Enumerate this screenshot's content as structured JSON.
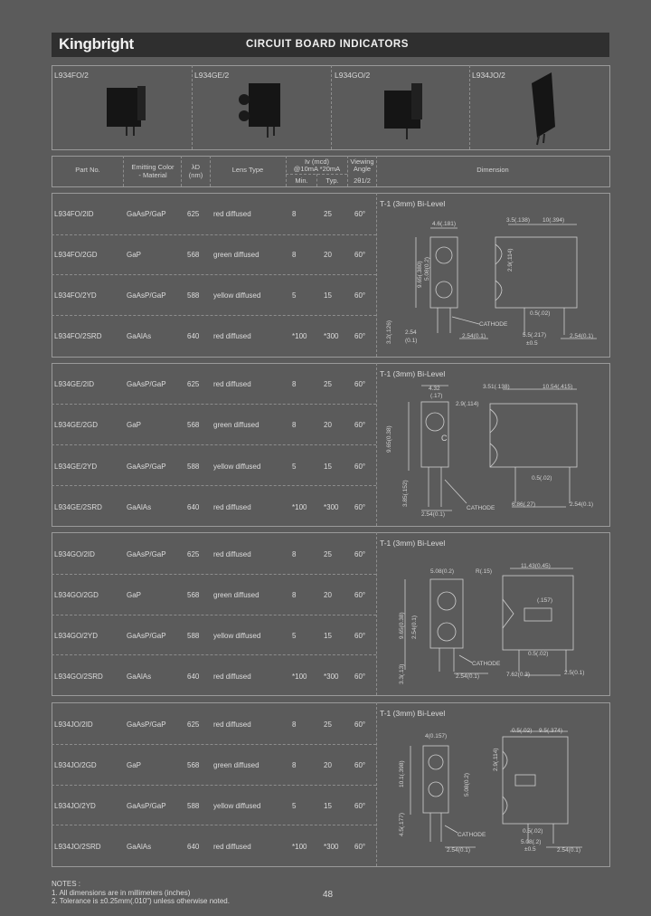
{
  "header": {
    "brand": "Kingbright",
    "title": "CIRCUIT BOARD INDICATORS"
  },
  "products": [
    "L934FO/2",
    "L934GE/2",
    "L934GO/2",
    "L934JO/2"
  ],
  "table_header": {
    "part_no": "Part No.",
    "emitting_color": "Emitting Color",
    "material": "- Material",
    "lambda": "λD",
    "lambda_unit": "(nm)",
    "lens_type": "Lens Type",
    "iv_label": "Iv (mcd)",
    "iv_cond": "@10mA  *20mA",
    "min": "Min.",
    "typ": "Typ.",
    "viewing": "Viewing",
    "angle": "Angle",
    "two_theta": "2θ1/2",
    "dimension": "Dimension"
  },
  "groups": [
    {
      "package": "T-1 (3mm) Bi-Level",
      "rows": [
        {
          "part": "L934FO/2ID",
          "mat": "GaAsP/GaP",
          "wl": "625",
          "lens": "red diffused",
          "min": "8",
          "typ": "25",
          "angle": "60°"
        },
        {
          "part": "L934FO/2GD",
          "mat": "GaP",
          "wl": "568",
          "lens": "green diffused",
          "min": "8",
          "typ": "20",
          "angle": "60°"
        },
        {
          "part": "L934FO/2YD",
          "mat": "GaAsP/GaP",
          "wl": "588",
          "lens": "yellow diffused",
          "min": "5",
          "typ": "15",
          "angle": "60°"
        },
        {
          "part": "L934FO/2SRD",
          "mat": "GaAlAs",
          "wl": "640",
          "lens": "red diffused",
          "min": "*100",
          "typ": "*300",
          "angle": "60°"
        }
      ]
    },
    {
      "package": "T-1 (3mm) Bi-Level",
      "rows": [
        {
          "part": "L934GE/2ID",
          "mat": "GaAsP/GaP",
          "wl": "625",
          "lens": "red diffused",
          "min": "8",
          "typ": "25",
          "angle": "60°"
        },
        {
          "part": "L934GE/2GD",
          "mat": "GaP",
          "wl": "568",
          "lens": "green diffused",
          "min": "8",
          "typ": "20",
          "angle": "60°"
        },
        {
          "part": "L934GE/2YD",
          "mat": "GaAsP/GaP",
          "wl": "588",
          "lens": "yellow diffused",
          "min": "5",
          "typ": "15",
          "angle": "60°"
        },
        {
          "part": "L934GE/2SRD",
          "mat": "GaAlAs",
          "wl": "640",
          "lens": "red diffused",
          "min": "*100",
          "typ": "*300",
          "angle": "60°"
        }
      ]
    },
    {
      "package": "T-1 (3mm) Bi-Level",
      "rows": [
        {
          "part": "L934GO/2ID",
          "mat": "GaAsP/GaP",
          "wl": "625",
          "lens": "red diffused",
          "min": "8",
          "typ": "25",
          "angle": "60°"
        },
        {
          "part": "L934GO/2GD",
          "mat": "GaP",
          "wl": "568",
          "lens": "green diffused",
          "min": "8",
          "typ": "20",
          "angle": "60°"
        },
        {
          "part": "L934GO/2YD",
          "mat": "GaAsP/GaP",
          "wl": "588",
          "lens": "yellow diffused",
          "min": "5",
          "typ": "15",
          "angle": "60°"
        },
        {
          "part": "L934GO/2SRD",
          "mat": "GaAlAs",
          "wl": "640",
          "lens": "red diffused",
          "min": "*100",
          "typ": "*300",
          "angle": "60°"
        }
      ]
    },
    {
      "package": "T-1 (3mm) Bi-Level",
      "rows": [
        {
          "part": "L934JO/2ID",
          "mat": "GaAsP/GaP",
          "wl": "625",
          "lens": "red diffused",
          "min": "8",
          "typ": "25",
          "angle": "60°"
        },
        {
          "part": "L934JO/2GD",
          "mat": "GaP",
          "wl": "568",
          "lens": "green diffused",
          "min": "8",
          "typ": "20",
          "angle": "60°"
        },
        {
          "part": "L934JO/2YD",
          "mat": "GaAsP/GaP",
          "wl": "588",
          "lens": "yellow diffused",
          "min": "5",
          "typ": "15",
          "angle": "60°"
        },
        {
          "part": "L934JO/2SRD",
          "mat": "GaAlAs",
          "wl": "640",
          "lens": "red diffused",
          "min": "*100",
          "typ": "*300",
          "angle": "60°"
        }
      ]
    }
  ],
  "dims": {
    "g1": {
      "a": "4.6(.181)",
      "b": "3.5(.138)",
      "c": "10(.394)",
      "d": "2.9(.114)",
      "e": "9.65(.380)",
      "f": "5.08(0.2)",
      "g": "3.2(.126)",
      "h": "2.54",
      "i": "(0.1)",
      "j": "2.54(0.1)",
      "k": "CATHODE",
      "l": "0.5(.02)",
      "m": "5.5(.217)",
      "n": "±0.5",
      "o": "2.54(0.1)"
    },
    "g2": {
      "a": "4.32",
      "b": "(.17)",
      "c": "3.51(.138)",
      "d": "10.54(.415)",
      "e": "2.9(.114)",
      "f": "9.65(0.38)",
      "g": "3.85(.152)",
      "h": "2.54(0.1)",
      "k": "CATHODE",
      "l": "0.5(.02)",
      "m": "6.86(.27)",
      "o": "2.54(0.1)"
    },
    "g3": {
      "a": "5.08(0.2)",
      "b": "R(.15)",
      "c": "11.43(0.45)",
      "d": "(.157)",
      "e": "9.65(0.38)",
      "f": "2.54(0.1)",
      "g": "3.3(.13)",
      "h": "2.54(0.1)",
      "k": "CATHODE",
      "l": "0.5(.02)",
      "m": "7.62(0.3)",
      "o": "2.5(0.1)"
    },
    "g4": {
      "a": "4(0.157)",
      "b": "0.5(.02)",
      "c": "9.5(.374)",
      "d": "2.9(.114)",
      "e": "10.1(.398)",
      "f": "5.08(0.2)",
      "g": "4.5(.177)",
      "h": "2.54(0.1)",
      "k": "CATHODE",
      "l": "0.5(.02)",
      "m": "5.08(.2)",
      "n": "±0.5",
      "o": "2.54(0.1)"
    }
  },
  "notes": {
    "title": "NOTES :",
    "n1": "1. All dimensions are in millimeters (inches)",
    "n2": "2. Tolerance is ±0.25mm(.010\") unless otherwise noted."
  },
  "page_number": "48"
}
